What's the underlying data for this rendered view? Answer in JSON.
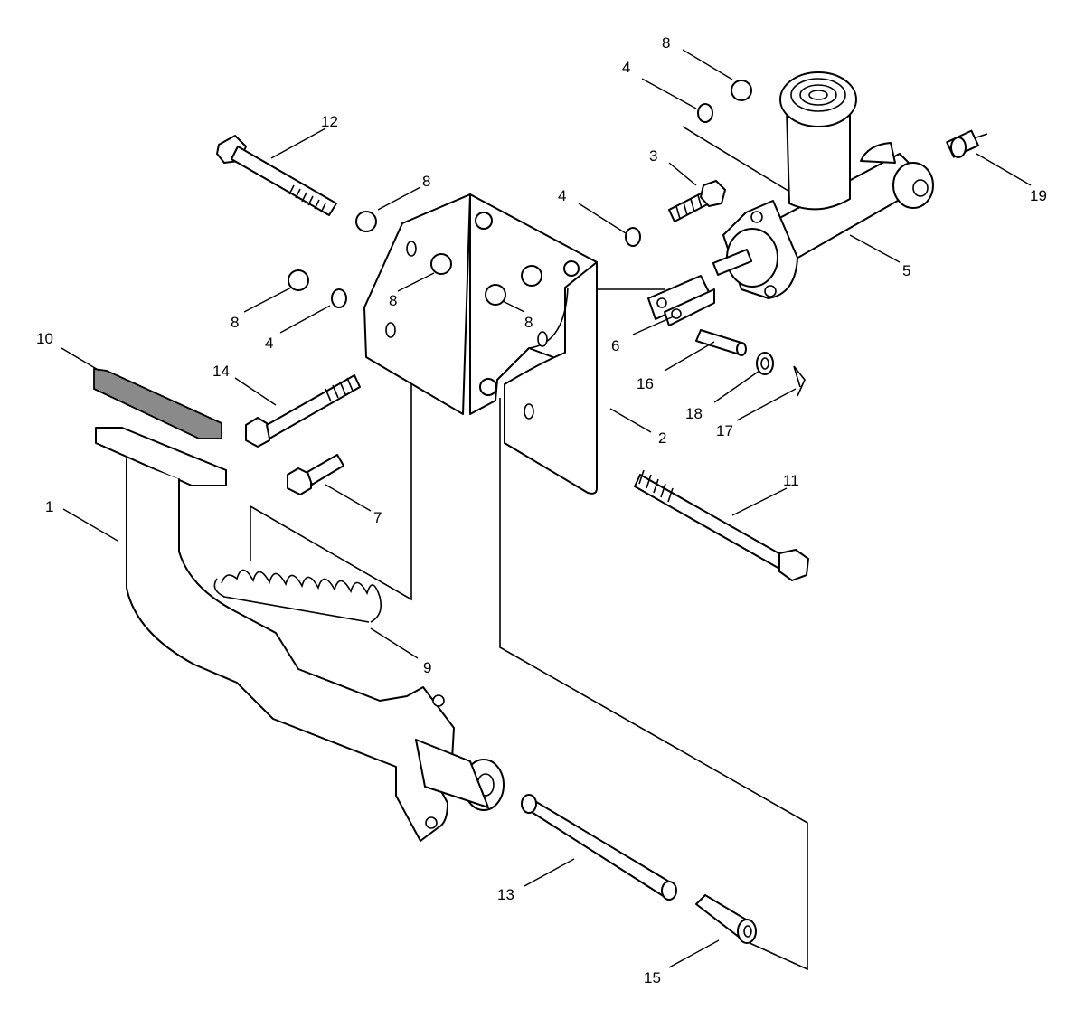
{
  "callouts": [
    {
      "id": "c12",
      "text": "12"
    },
    {
      "id": "c8a",
      "text": "8"
    },
    {
      "id": "c4a",
      "text": "4"
    },
    {
      "id": "c8b",
      "text": "8"
    },
    {
      "id": "c3",
      "text": "3"
    },
    {
      "id": "c4b",
      "text": "4"
    },
    {
      "id": "c19",
      "text": "19"
    },
    {
      "id": "c5",
      "text": "5"
    },
    {
      "id": "c8c",
      "text": "8"
    },
    {
      "id": "c8d",
      "text": "8"
    },
    {
      "id": "c4c",
      "text": "4"
    },
    {
      "id": "c8e",
      "text": "8"
    },
    {
      "id": "c10",
      "text": "10"
    },
    {
      "id": "c14",
      "text": "14"
    },
    {
      "id": "c6",
      "text": "6"
    },
    {
      "id": "c16",
      "text": "16"
    },
    {
      "id": "c18",
      "text": "18"
    },
    {
      "id": "c17",
      "text": "17"
    },
    {
      "id": "c2",
      "text": "2"
    },
    {
      "id": "c7",
      "text": "7"
    },
    {
      "id": "c11",
      "text": "11"
    },
    {
      "id": "c1",
      "text": "1"
    },
    {
      "id": "c9",
      "text": "9"
    },
    {
      "id": "c13",
      "text": "13"
    },
    {
      "id": "c15",
      "text": "15"
    }
  ]
}
